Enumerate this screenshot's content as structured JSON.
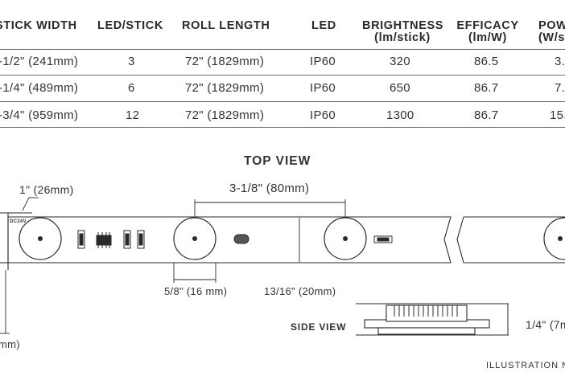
{
  "table": {
    "headers": {
      "stick_width": "STICK WIDTH",
      "led_per_stick": "LED/STICK",
      "roll_length": "ROLL LENGTH",
      "led": "LED",
      "brightness_1": "BRIGHTNESS",
      "brightness_2": "(lm/stick)",
      "efficacy_1": "EFFICACY",
      "efficacy_2": "(lm/W)",
      "power_1": "POW",
      "power_2": "(W/st"
    },
    "rows": [
      {
        "width": "-1/2\" (241mm)",
        "led": "3",
        "roll": "72\" (1829mm)",
        "ip": "IP60",
        "brightness": "320",
        "efficacy": "86.5",
        "power": "3."
      },
      {
        "width": "-1/4\" (489mm)",
        "led": "6",
        "roll": "72\" (1829mm)",
        "ip": "IP60",
        "brightness": "650",
        "efficacy": "86.7",
        "power": "7."
      },
      {
        "width": "-3/4\" (959mm)",
        "led": "12",
        "roll": "72\" (1829mm)",
        "ip": "IP60",
        "brightness": "1300",
        "efficacy": "86.7",
        "power": "15."
      }
    ]
  },
  "diagram": {
    "top_view_title": "TOP VIEW",
    "side_view_title": "SIDE VIEW",
    "dim_width": "1\" (26mm)",
    "dim_spacing": "3-1/8\" (80mm)",
    "dim_led_size": "5/8\" (16 mm)",
    "dim_height": "13/16\" (20mm)",
    "dim_side": "1/4\" (7m",
    "cut_label_left": "mm)",
    "voltage_label": "DC24V",
    "footnote": "ILLUSTRATION N"
  }
}
